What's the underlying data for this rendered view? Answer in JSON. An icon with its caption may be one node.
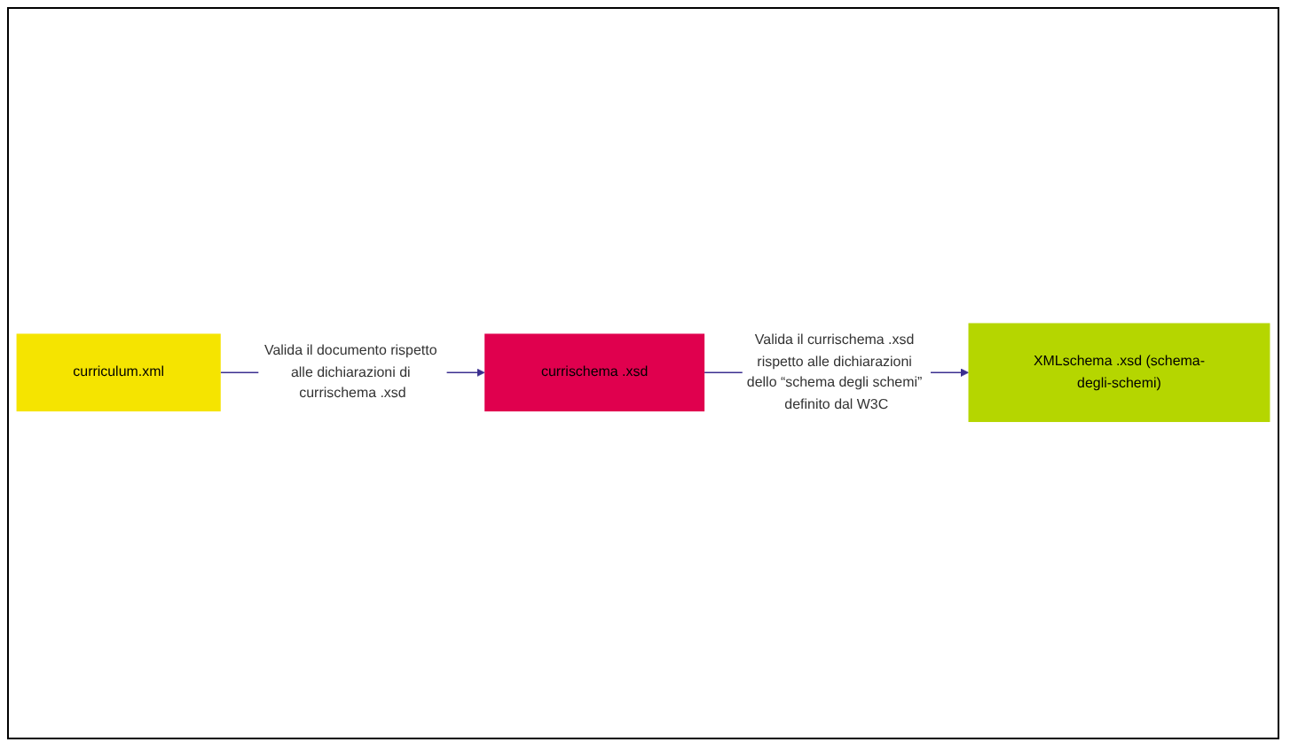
{
  "diagram": {
    "nodes": [
      {
        "text": [
          "curriculum.xml"
        ]
      },
      {
        "text": [
          "currischema .xsd"
        ]
      },
      {
        "text": [
          "XMLschema .xsd (schema-degli-schemi)"
        ]
      }
    ],
    "edges": [
      {
        "from": 0,
        "to": 1,
        "arrow": "to",
        "label": "Valida il documento rispetto alle dichiarazioni di currischema .xsd"
      },
      {
        "from": 1,
        "to": 2,
        "arrow": "to",
        "label": "Valida il currischema .xsd rispetto alle dichiarazioni dello “schema degli schemi” definito dal W3C"
      }
    ]
  }
}
